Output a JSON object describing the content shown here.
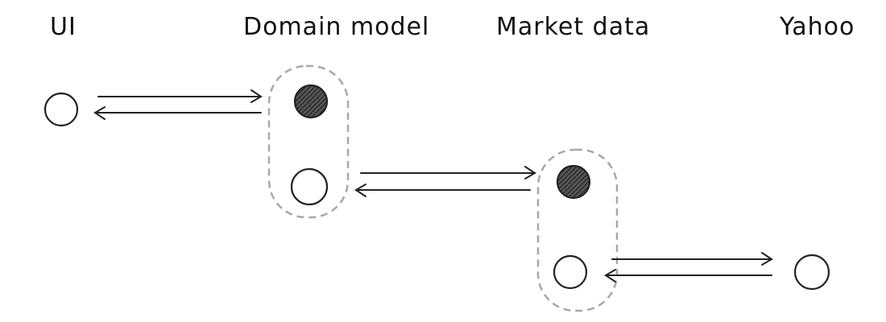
{
  "diagram": {
    "columns": [
      {
        "key": "ui",
        "label": "UI"
      },
      {
        "key": "domain",
        "label": "Domain model"
      },
      {
        "key": "market",
        "label": "Market data"
      },
      {
        "key": "yahoo",
        "label": "Yahoo"
      }
    ],
    "nodes": [
      {
        "id": "ui-node",
        "column": "ui",
        "filled": false
      },
      {
        "id": "domain-upper-node",
        "column": "domain",
        "filled": true
      },
      {
        "id": "domain-lower-node",
        "column": "domain",
        "filled": false
      },
      {
        "id": "market-upper-node",
        "column": "market",
        "filled": true
      },
      {
        "id": "market-lower-node",
        "column": "market",
        "filled": false
      },
      {
        "id": "yahoo-node",
        "column": "yahoo",
        "filled": false
      }
    ],
    "groups": [
      {
        "id": "domain-group",
        "members": [
          "domain-upper-node",
          "domain-lower-node"
        ],
        "style": "dashed"
      },
      {
        "id": "market-group",
        "members": [
          "market-upper-node",
          "market-lower-node"
        ],
        "style": "dashed"
      }
    ],
    "links": [
      {
        "from": "ui-node",
        "to": "domain-upper-node",
        "bidirectional": true
      },
      {
        "from": "domain-lower-node",
        "to": "market-upper-node",
        "bidirectional": true
      },
      {
        "from": "market-lower-node",
        "to": "yahoo-node",
        "bidirectional": true
      }
    ],
    "colors": {
      "ink": "#222222",
      "group_border": "#a8a8a8",
      "fill": "#3a3a3a"
    }
  }
}
